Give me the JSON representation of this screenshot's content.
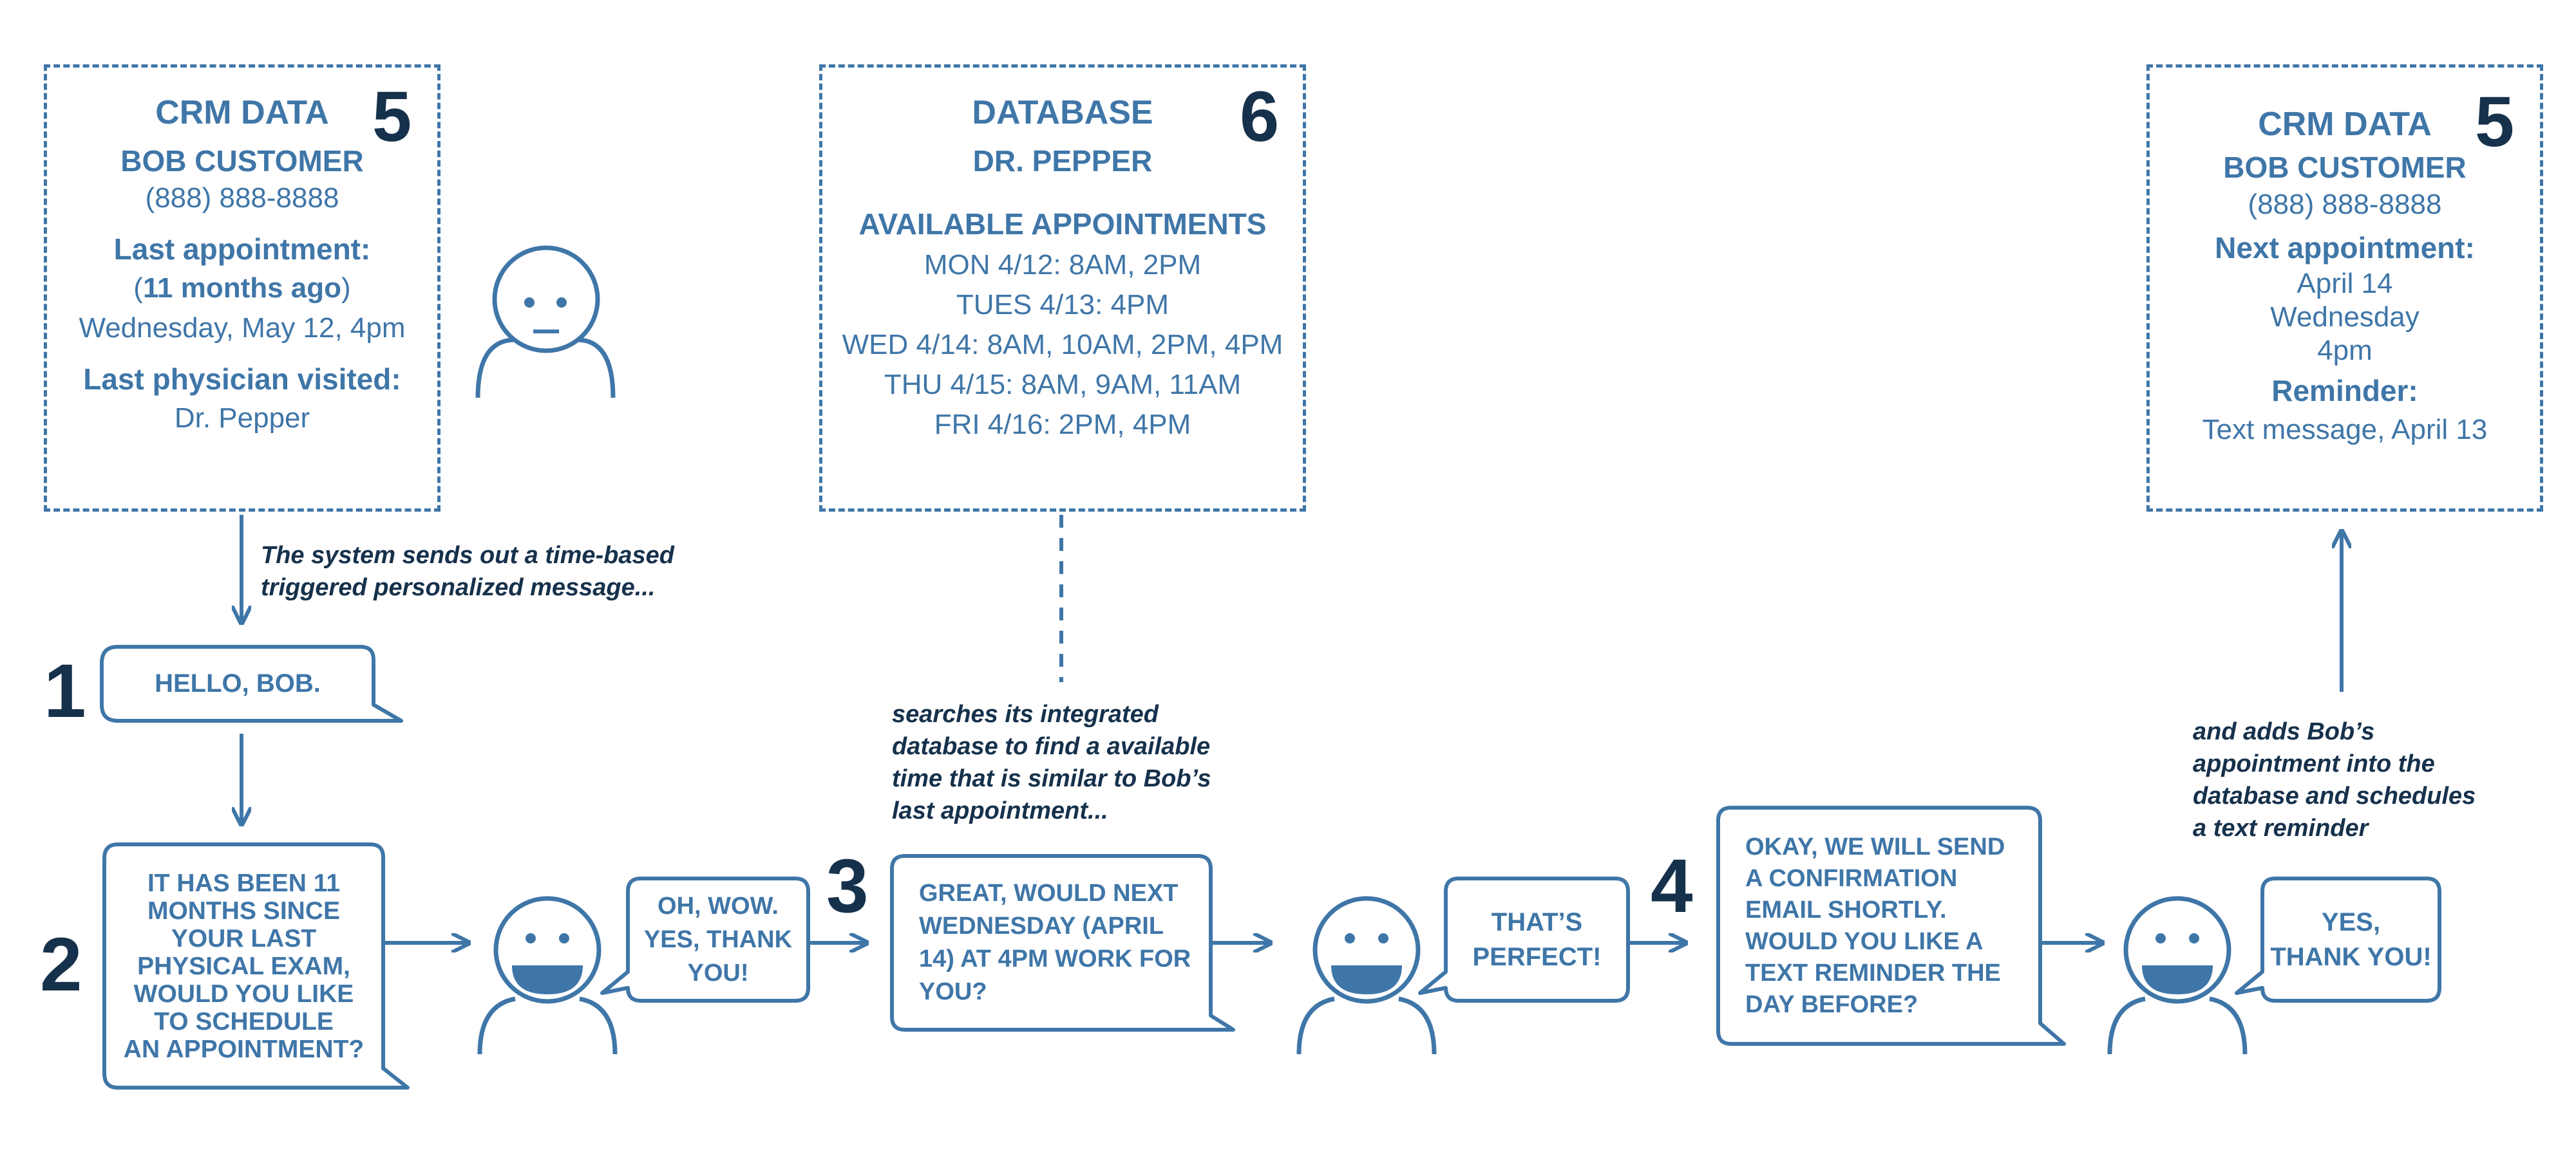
{
  "crm_left": {
    "title": "CRM DATA",
    "step": "5",
    "name": "BOB CUSTOMER",
    "phone": "(888) 888-8888",
    "last_appt_label": "Last appointment:",
    "last_appt_open": "(",
    "last_appt_ago": "11 months ago",
    "last_appt_close": ")",
    "last_appt_date": "Wednesday, May 12, 4pm",
    "physician_label": "Last physician visited:",
    "physician": "Dr. Pepper"
  },
  "database": {
    "title": "DATABASE",
    "step": "6",
    "doctor": "DR. PEPPER",
    "avail_label": "AVAILABLE APPOINTMENTS",
    "slots": [
      "MON 4/12: 8AM, 2PM",
      "TUES 4/13: 4PM",
      "WED 4/14: 8AM, 10AM, 2PM, 4PM",
      "THU 4/15: 8AM, 9AM, 11AM",
      "FRI 4/16: 2PM, 4PM"
    ]
  },
  "crm_right": {
    "title": "CRM DATA",
    "step": "5",
    "name": "BOB CUSTOMER",
    "phone": "(888) 888-8888",
    "next_label": "Next appointment:",
    "next_lines": [
      "April 14",
      "Wednesday",
      "4pm"
    ],
    "reminder_label": "Reminder:",
    "reminder": "Text message, April 13"
  },
  "notes": {
    "system_sends": [
      "The system sends out a time-based",
      "triggered personalized message..."
    ],
    "searches": [
      "searches its integrated",
      "database to find a available",
      "time that is similar to Bob’s",
      "last appointment..."
    ],
    "adds": [
      "and adds Bob’s",
      "appointment into the",
      "database and schedules",
      "a text reminder"
    ]
  },
  "steps": {
    "s1": "1",
    "s2": "2",
    "s3": "3",
    "s4": "4"
  },
  "bubbles": {
    "hello": "HELLO, BOB.",
    "it_has_been": [
      "IT HAS BEEN 11",
      "MONTHS SINCE",
      "YOUR LAST",
      "PHYSICAL EXAM,",
      "WOULD YOU LIKE",
      "TO SCHEDULE",
      "AN APPOINTMENT?"
    ],
    "oh_wow": [
      "OH, WOW.",
      "YES, THANK",
      "YOU!"
    ],
    "great": [
      "GREAT, WOULD NEXT",
      "WEDNESDAY (APRIL",
      "14) AT 4PM WORK FOR",
      "YOU?"
    ],
    "perfect": [
      "THAT’S",
      "PERFECT!"
    ],
    "okay": [
      "OKAY, WE WILL SEND",
      "A CONFIRMATION",
      "EMAIL SHORTLY.",
      "WOULD YOU LIKE A",
      "TEXT REMINDER THE",
      "DAY BEFORE?"
    ],
    "yes_thanks": [
      "YES,",
      "THANK YOU!"
    ]
  },
  "colors": {
    "primary": "#3f76a8",
    "dark": "#16314b"
  },
  "icons": [
    "neutral-person-icon",
    "happy-person-icon"
  ]
}
